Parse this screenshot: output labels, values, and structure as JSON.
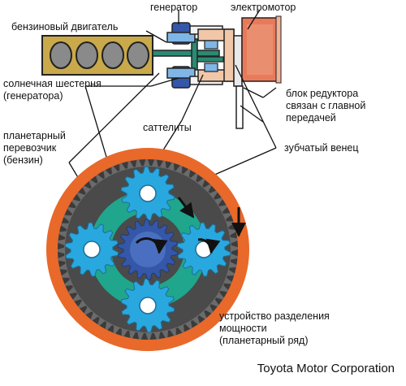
{
  "labels": {
    "engine": "бензиновый двигатель",
    "generator": "генератор",
    "electromotor": "электромотор",
    "sun_gear": [
      "солнечная шестерня",
      "(генератора)"
    ],
    "planet_carrier": [
      "планетарный",
      "перевозчик",
      "(бензин)"
    ],
    "satellites": "саттелиты",
    "reducer_block": [
      "блок редуктора",
      "связан с главной",
      "передачей"
    ],
    "ring_gear": "зубчатый венец",
    "power_split": [
      "устройство разделения",
      "мощности",
      "(планетарный ряд)"
    ]
  },
  "credit": "Toyota Motor Corporation",
  "colors": {
    "ring_orange": "#e8692a",
    "ring_teeth_dark": "#3b3b3b",
    "carrier_teal": "#1fa68c",
    "planet_blue": "#29a8e0",
    "sun_navy": "#3557a8",
    "engine_olive": "#c9a94a",
    "shaft_teal": "#2b8a73",
    "motor_salmon": "#e87a5a"
  }
}
